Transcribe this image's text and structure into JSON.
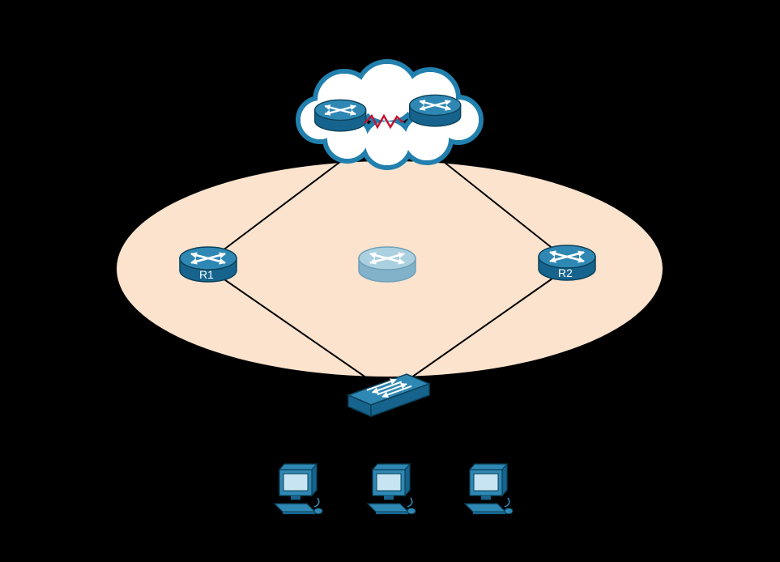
{
  "colors": {
    "background": "#000000",
    "lan_area": "#FBE3CE",
    "cloud_fill": "#FFFFFF",
    "cloud_border": "#2180AE",
    "device_body": "#16648E",
    "device_top": "#2F88B4",
    "device_outline": "#0B4158",
    "ghost_body": "#82B2CA",
    "ghost_top": "#ABD0DF",
    "ghost_outline": "#6FA0BA",
    "screen_fill": "#C6E4F2",
    "link": "#000000",
    "serial_link": "#C41230",
    "label_text": "#FFFFFF"
  },
  "nodes": {
    "isp_router_left": {
      "icon": "router-icon",
      "label": ""
    },
    "isp_router_right": {
      "icon": "router-icon",
      "label": ""
    },
    "r1": {
      "icon": "router-icon",
      "label": "R1"
    },
    "virtual_router": {
      "icon": "router-icon",
      "label": ""
    },
    "r2": {
      "icon": "router-icon",
      "label": "R2"
    },
    "switch": {
      "icon": "switch-icon",
      "label": ""
    },
    "pc_left": {
      "icon": "pc-icon",
      "label": ""
    },
    "pc_middle": {
      "icon": "pc-icon",
      "label": ""
    },
    "pc_right": {
      "icon": "pc-icon",
      "label": ""
    }
  },
  "links": [
    {
      "from": "isp_router_left",
      "to": "isp_router_right",
      "type": "serial-zigzag"
    },
    {
      "from": "cloud",
      "to": "r1",
      "type": "line"
    },
    {
      "from": "cloud",
      "to": "r2",
      "type": "line"
    },
    {
      "from": "r1",
      "to": "switch",
      "type": "line"
    },
    {
      "from": "r2",
      "to": "switch",
      "type": "line"
    }
  ]
}
